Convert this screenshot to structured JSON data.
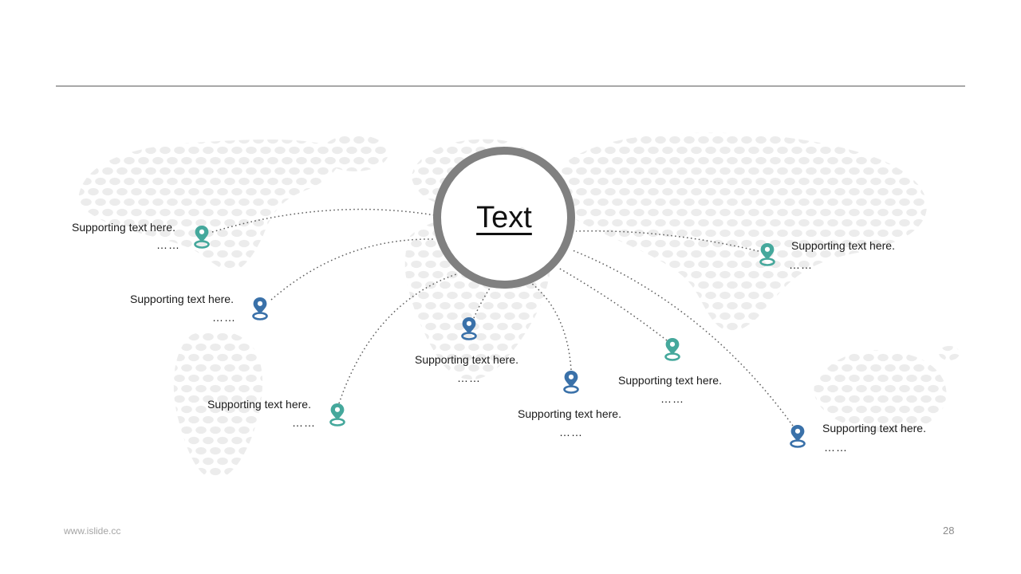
{
  "slide_title": {
    "text": "Text"
  },
  "map_points": [
    {
      "position": "left-top",
      "pin_color": "teal",
      "label": "Supporting text here.",
      "ellipsis": "……"
    },
    {
      "position": "left-middle",
      "pin_color": "blue",
      "label": "Supporting text here.",
      "ellipsis": "……"
    },
    {
      "position": "left-bottom",
      "pin_color": "teal",
      "label": "Supporting text here.",
      "ellipsis": "……"
    },
    {
      "position": "center",
      "pin_color": "blue",
      "label": "Supporting text here.",
      "ellipsis": "……"
    },
    {
      "position": "center-right",
      "pin_color": "blue",
      "label": "Supporting text here.",
      "ellipsis": "……"
    },
    {
      "position": "right-middle",
      "pin_color": "teal",
      "label": "Supporting text here.",
      "ellipsis": "……"
    },
    {
      "position": "right-top",
      "pin_color": "teal",
      "label": "Supporting text here.",
      "ellipsis": "……"
    },
    {
      "position": "right-bottom",
      "pin_color": "blue",
      "label": "Supporting text here.",
      "ellipsis": "……"
    }
  ],
  "footer": {
    "website": "www.islide.cc",
    "page_number": "28"
  },
  "icons": {
    "pin": "map-pin-icon"
  },
  "colors": {
    "pin_teal": "#45A89C",
    "pin_blue": "#3A71A9",
    "circle_ring": "#808080",
    "connector_line": "#606060",
    "map_dots": "#ECECEC",
    "divider": "#A8A8A8",
    "label_text": "#1A1A1A",
    "footer_text": "#A5A5A5",
    "page_number_text": "#8C8C8C"
  }
}
